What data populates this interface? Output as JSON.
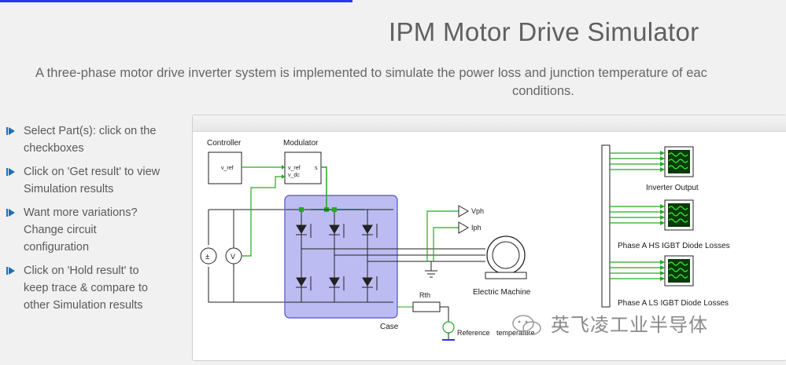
{
  "header": {
    "title": "IPM Motor Drive Simulator",
    "subtitle_line1": "A three-phase motor drive inverter system is implemented to simulate the power loss and junction temperature of eac",
    "subtitle_line2": "conditions."
  },
  "instructions": [
    {
      "line1": "Select Part(s): click on the",
      "line2": "checkboxes",
      "line3": ""
    },
    {
      "line1": "Click on 'Get result' to view",
      "line2": "Simulation results",
      "line3": ""
    },
    {
      "line1": "Want more variations?",
      "line2": "Change circuit",
      "line3": "configuration"
    },
    {
      "line1": "Click on 'Hold result' to",
      "line2": "keep trace & compare to",
      "line3": "other Simulation results"
    }
  ],
  "diagram": {
    "controller_label": "Controller",
    "controller_port": "v_ref",
    "modulator_label": "Modulator",
    "modulator_port_vref": "v_ref",
    "modulator_port_vdc": "v_dc",
    "modulator_port_s": "s",
    "voltmeter_label": "V",
    "vph_label": "Vph",
    "iph_label": "Iph",
    "case_label": "Case",
    "rth_label": "Rth",
    "machine_label": "Electric Machine",
    "reference_label": "Reference",
    "reference_obscured_tail": "temperature",
    "scope_inverter_label": "Inverter Output",
    "scope_hs_label": "Phase A HS IGBT Diode Losses",
    "scope_ls_label": "Phase A LS IGBT Diode Losses"
  },
  "watermark": {
    "text": "英飞凌工业半导体"
  },
  "colors": {
    "accent_green": "#22aa22",
    "ipm_fill": "#bcbcf2",
    "ipm_stroke": "#5050c8",
    "link_blue": "#2a35f0"
  }
}
